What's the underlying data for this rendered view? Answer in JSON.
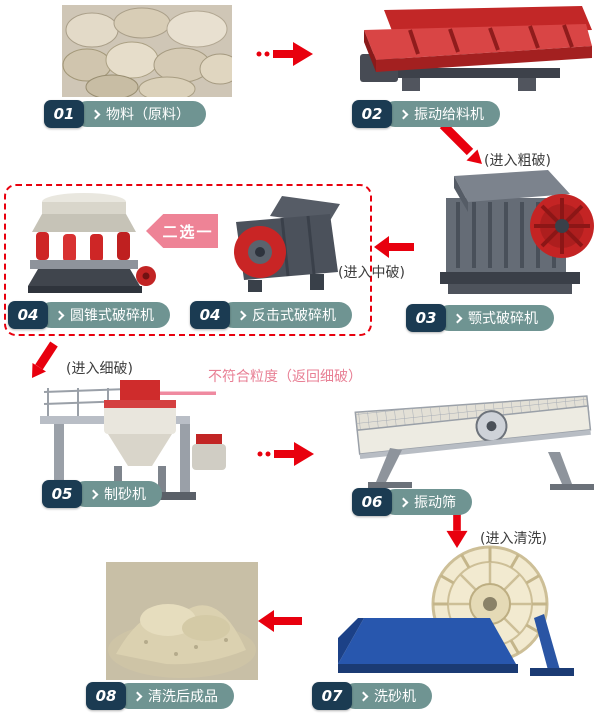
{
  "steps": [
    {
      "num": "01",
      "label": "物料（原料）"
    },
    {
      "num": "02",
      "label": "振动给料机"
    },
    {
      "num": "03",
      "label": "颚式破碎机"
    },
    {
      "num": "04",
      "label": "圆锥式破碎机"
    },
    {
      "num": "04",
      "label": "反击式破碎机"
    },
    {
      "num": "05",
      "label": "制砂机"
    },
    {
      "num": "06",
      "label": "振动筛"
    },
    {
      "num": "07",
      "label": "洗砂机"
    },
    {
      "num": "08",
      "label": "清洗后成品"
    }
  ],
  "annotations": {
    "enter_coarse": "(进入粗破)",
    "enter_medium": "(进入中破)",
    "enter_fine": "(进入细破)",
    "enter_wash": "(进入清洗)",
    "return_fine": "不符合粒度（返回细破）",
    "choose_one": "二选一"
  },
  "colors": {
    "arrow_red": "#e8000e",
    "step_badge_navy": "#1b3b52",
    "step_pill_teal": "#6f9492",
    "return_pink": "#e87f94",
    "choose_badge_pink": "#ee8396",
    "dashed_border_red": "#e8000e"
  }
}
